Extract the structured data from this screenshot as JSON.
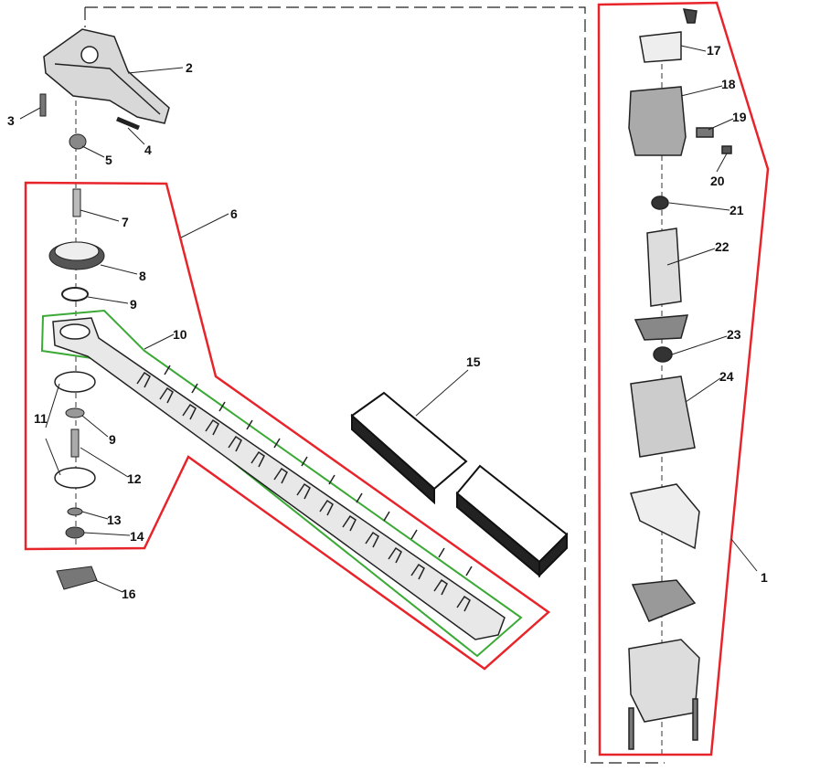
{
  "title": "Hedge trimmer exploded parts diagram",
  "colors": {
    "assembly_outline": "#e8242b",
    "blade_outline": "#3aa935",
    "part": "#333333",
    "part_fill": "#cfcfcf"
  },
  "part_labels": {
    "p1": "1",
    "p2": "2",
    "p3": "3",
    "p4": "4",
    "p5": "5",
    "p6": "6",
    "p7": "7",
    "p8": "8",
    "p9a": "9",
    "p9b": "9",
    "p10": "10",
    "p11": "11",
    "p12": "12",
    "p13": "13",
    "p14": "14",
    "p15": "15",
    "p16": "16",
    "p17": "17",
    "p18": "18",
    "p19": "19",
    "p20": "20",
    "p21": "21",
    "p22": "22",
    "p23": "23",
    "p24": "24"
  }
}
